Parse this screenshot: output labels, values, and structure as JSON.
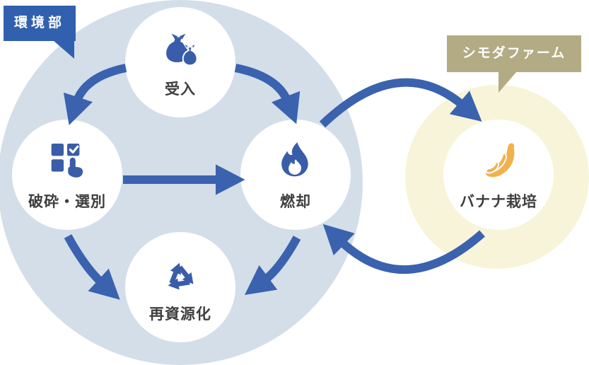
{
  "diagram": {
    "type": "process-cycle-diagram",
    "groups": [
      {
        "label": "環境部"
      },
      {
        "label": "シモダファーム"
      }
    ],
    "nodes": [
      {
        "label": "受入",
        "icon": "trash-bags-icon",
        "group": "環境部"
      },
      {
        "label": "破砕・選別",
        "icon": "sort-check-hand-icon",
        "group": "環境部"
      },
      {
        "label": "燃却",
        "icon": "flame-icon",
        "group": "環境部"
      },
      {
        "label": "再資源化",
        "icon": "recycle-icon",
        "group": "環境部"
      },
      {
        "label": "バナナ栽培",
        "icon": "banana-icon",
        "group": "シモダファーム"
      }
    ],
    "edges": [
      {
        "from": "受入",
        "to": "破砕・選別"
      },
      {
        "from": "受入",
        "to": "燃却"
      },
      {
        "from": "破砕・選別",
        "to": "燃却"
      },
      {
        "from": "破砕・選別",
        "to": "再資源化"
      },
      {
        "from": "燃却",
        "to": "再資源化"
      },
      {
        "from": "燃却",
        "to": "バナナ栽培"
      },
      {
        "from": "バナナ栽培",
        "to": "燃却"
      }
    ],
    "colors": {
      "environment_circle": "#d4dee9",
      "farm_circle": "#f7f4d9",
      "environment_bubble": "#3161ae",
      "farm_bubble": "#b3ab83",
      "arrow_blue": "#3a62ae",
      "icon_blue": "#3a5da9",
      "banana_orange": "#f1b14e",
      "label_text": "#3e3e3e",
      "bubble_text": "#ffffff"
    }
  }
}
